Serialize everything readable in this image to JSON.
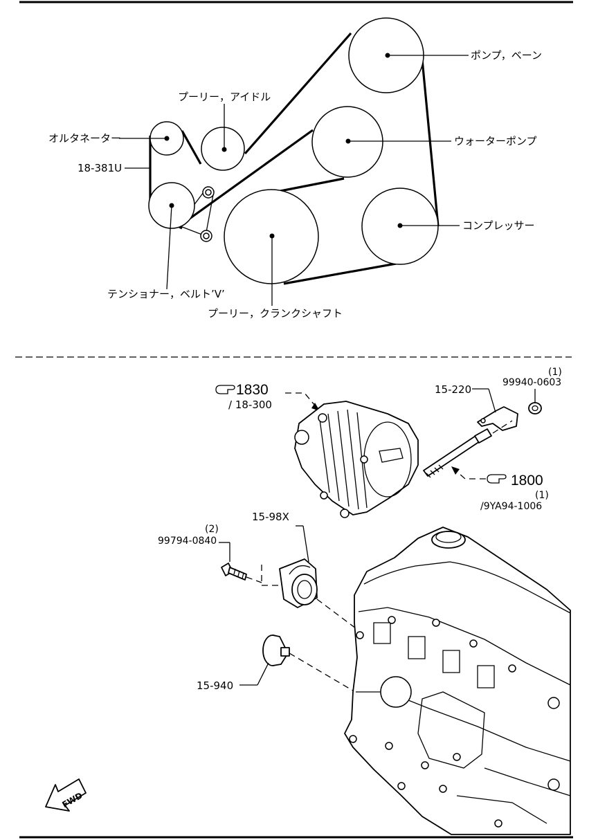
{
  "belt_diagram": {
    "labels": {
      "pump_vane": "ポンプ，ベーン",
      "pulley_idler": "プーリー，アイドル",
      "alternator": "オルタネーター",
      "belt_code": "18-381U",
      "water_pump": "ウォーターポンプ",
      "compressor": "コンプレッサー",
      "tensioner": "テンショナー，ベルト’V’",
      "crank_pulley": "プーリー，クランクシャフト"
    }
  },
  "parts_diagram": {
    "ref_1830": {
      "number": "1830",
      "sub": "/ 18-300"
    },
    "ref_1800": {
      "number": "1800",
      "qty": "(1)",
      "part": "/9YA94-1006"
    },
    "bracket": "15-220",
    "nut": {
      "qty": "(1)",
      "part": "99940-0603"
    },
    "thermostat_housing": "15-98X",
    "bolt": {
      "qty": "(2)",
      "part": "99794-0840"
    },
    "idler_pulley": "15-940",
    "fwd": "FWD"
  }
}
